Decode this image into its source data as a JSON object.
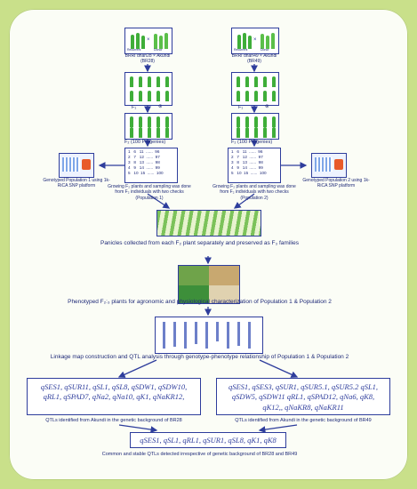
{
  "left_cross": {
    "title": "BRRI dhan28 × Akundi",
    "code": "(BR28)",
    "parent_a": "Recurrent",
    "parent_b": "Donor"
  },
  "right_cross": {
    "title": "BRRI dhan49 × Akundi",
    "code": "(BR49)",
    "parent_a": "Recurrent",
    "parent_b": "Donor"
  },
  "generations": {
    "f1": "F₁",
    "f1_symbol": "⊗",
    "f2_left": "F₂ (100 Progenies)",
    "f2_right": "F₂ (100 Progenies)"
  },
  "progeny_table_rows": [
    [
      "1",
      "6",
      "11",
      "......",
      "96"
    ],
    [
      "2",
      "7",
      "12",
      "......",
      "97"
    ],
    [
      "3",
      "8",
      "13",
      "......",
      "98"
    ],
    [
      "4",
      "9",
      "14",
      "......",
      "99"
    ],
    [
      "5",
      "10",
      "15",
      "......",
      "100"
    ]
  ],
  "growing_left": "Growing F₂ plants and sampling was done from F₂ individuals with two checks (Population 1)",
  "growing_right": "Growing F₂ plants and sampling was done from F₂ individuals with two checks (Population 2)",
  "genotyped_left": "Genotyped Population 1 using 1k-RiCA SNP platform",
  "genotyped_right": "Genotyped Population 2 using 1k-RiCA SNP platform",
  "panicles_caption": "Panicles collected from each F₂ plant separately and preserved as F₃ families",
  "phenotyped_caption": "Phenotyped F₂:₃ plants for agronomic and physiological characterization of  Population 1 & Population 2",
  "linkage_caption": "Linkage map construction and QTL analysis through genotype-phenotype relationship of  Population 1 & Population 2",
  "qtl_left_text": "qSES1, qSUR11, qSL1, qSL8, qSDW1, qSDW10, qRL1, qSPAD7, qNa2, qNa10, qK1, qNaKR12,",
  "qtl_left_caption": "QTLs identified from Akundi in the genetic background of BR28",
  "qtl_right_text": "qSES1, qSES3, qSUR1, qSUR5.1, qSUR5.2 qSL1, qSDW5, qSDW11 qRL1, qSPAD12, qNa6, qK8, qK12,, qNaKR8, qNaKR11",
  "qtl_right_caption": "QTLs identified from Akundi in the genetic background of BR49",
  "common_text": "qSES1, qSL1, qRL1, qSUR1, qSL8, qK1, qK8",
  "common_caption": "Common and stable QTLs detected irrespective of genetic background of BR28 and BR49",
  "colors": {
    "background": "#c9e08a",
    "panel": "#fbfdf6",
    "arrow": "#2e3d9c",
    "text": "#1f2a78",
    "plant": "#3fae3a"
  }
}
